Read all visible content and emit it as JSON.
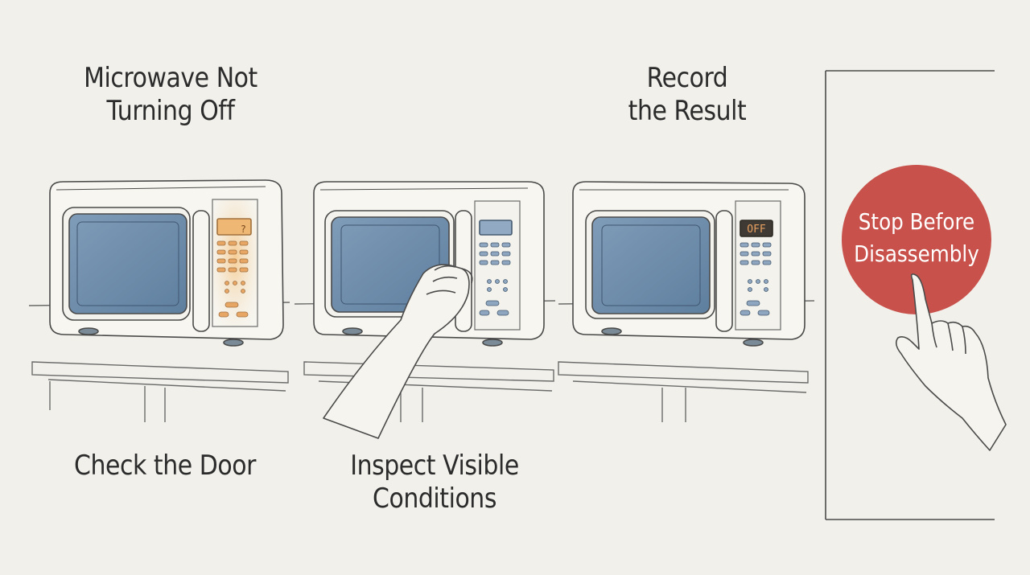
{
  "labels": {
    "title": [
      "Microwave Not",
      "Turning Off"
    ],
    "record": [
      "Record",
      "the Result"
    ],
    "check": [
      "Check the Door"
    ],
    "inspect": [
      "Inspect Visible",
      "Conditions"
    ],
    "stop": [
      "Stop Before",
      "Disassembly"
    ]
  },
  "display_text": "OFF",
  "colors": {
    "background": "#f1f0ea",
    "window_glass": "#6f8fae",
    "panel_highlight": "#efb774",
    "stop_circle": "#c8514b",
    "line": "#4a4a4a"
  }
}
